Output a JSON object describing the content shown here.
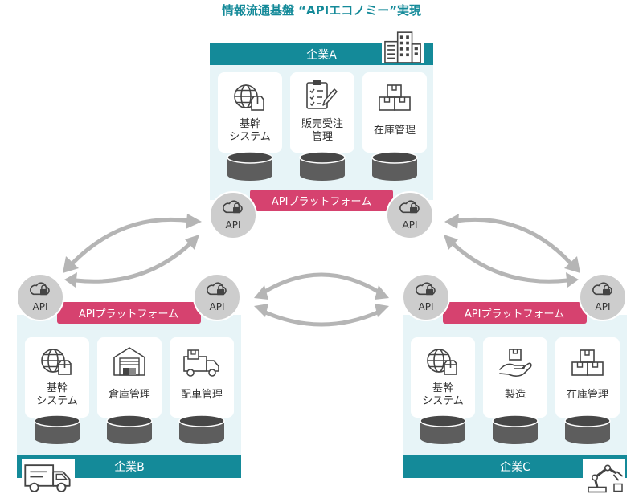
{
  "title": "情報流通基盤 “APIエコノミー”実現",
  "api_label": "API",
  "platform_label": "APIプラットフォーム",
  "colors": {
    "teal": "#148a99",
    "panel": "#e7f4f7",
    "pink": "#d6426f",
    "api_circle": "#cdcdcd",
    "arrow": "#b5b5b5",
    "db_top": "#474747",
    "db_body": "#5d5d5d",
    "icon": "#444444",
    "text": "#333333"
  },
  "companies": {
    "a": {
      "name": "企業A",
      "emblem_icon": "office-building-icon",
      "systems": [
        {
          "lines": [
            "基幹",
            "システム"
          ],
          "icon": "globe-box-icon"
        },
        {
          "lines": [
            "販売受注",
            "管理"
          ],
          "icon": "clipboard-checklist-icon"
        },
        {
          "lines": [
            "在庫管理"
          ],
          "icon": "stacked-boxes-icon"
        }
      ]
    },
    "b": {
      "name": "企業B",
      "emblem_icon": "delivery-truck-icon",
      "systems": [
        {
          "lines": [
            "基幹",
            "システム"
          ],
          "icon": "globe-box-icon"
        },
        {
          "lines": [
            "倉庫管理"
          ],
          "icon": "warehouse-icon"
        },
        {
          "lines": [
            "配車管理"
          ],
          "icon": "truck-box-icon"
        }
      ]
    },
    "c": {
      "name": "企業C",
      "emblem_icon": "robot-arm-icon",
      "systems": [
        {
          "lines": [
            "基幹",
            "システム"
          ],
          "icon": "globe-box-icon"
        },
        {
          "lines": [
            "製造"
          ],
          "icon": "hand-box-icon"
        },
        {
          "lines": [
            "在庫管理"
          ],
          "icon": "stacked-boxes-icon"
        }
      ]
    }
  }
}
